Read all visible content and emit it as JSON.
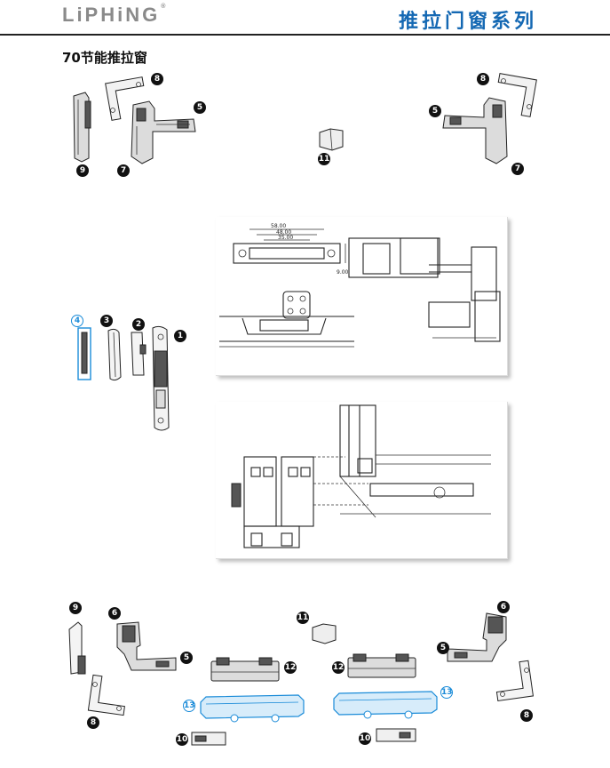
{
  "header": {
    "logo_text": "LiPHiNG",
    "logo_mark": "®",
    "series_title": "推拉门窗系列",
    "accent_color": "#1468b3"
  },
  "section": {
    "title": "70节能推拉窗"
  },
  "callouts": {
    "top_left": [
      "8",
      "5",
      "9",
      "7"
    ],
    "top_center": [
      "11"
    ],
    "top_right": [
      "8",
      "5",
      "7"
    ],
    "middle": [
      "4",
      "3",
      "2",
      "1"
    ],
    "bottom_left": [
      "9",
      "6",
      "5",
      "8"
    ],
    "bottom_center": [
      "11",
      "12",
      "13",
      "10",
      "12",
      "13",
      "10"
    ],
    "bottom_right": [
      "6",
      "5",
      "8"
    ]
  },
  "drawing_1": {
    "dimensions": [
      "58.00",
      "48.00",
      "35.00",
      "9.00"
    ]
  },
  "highlight_color": "#1a8bd8"
}
